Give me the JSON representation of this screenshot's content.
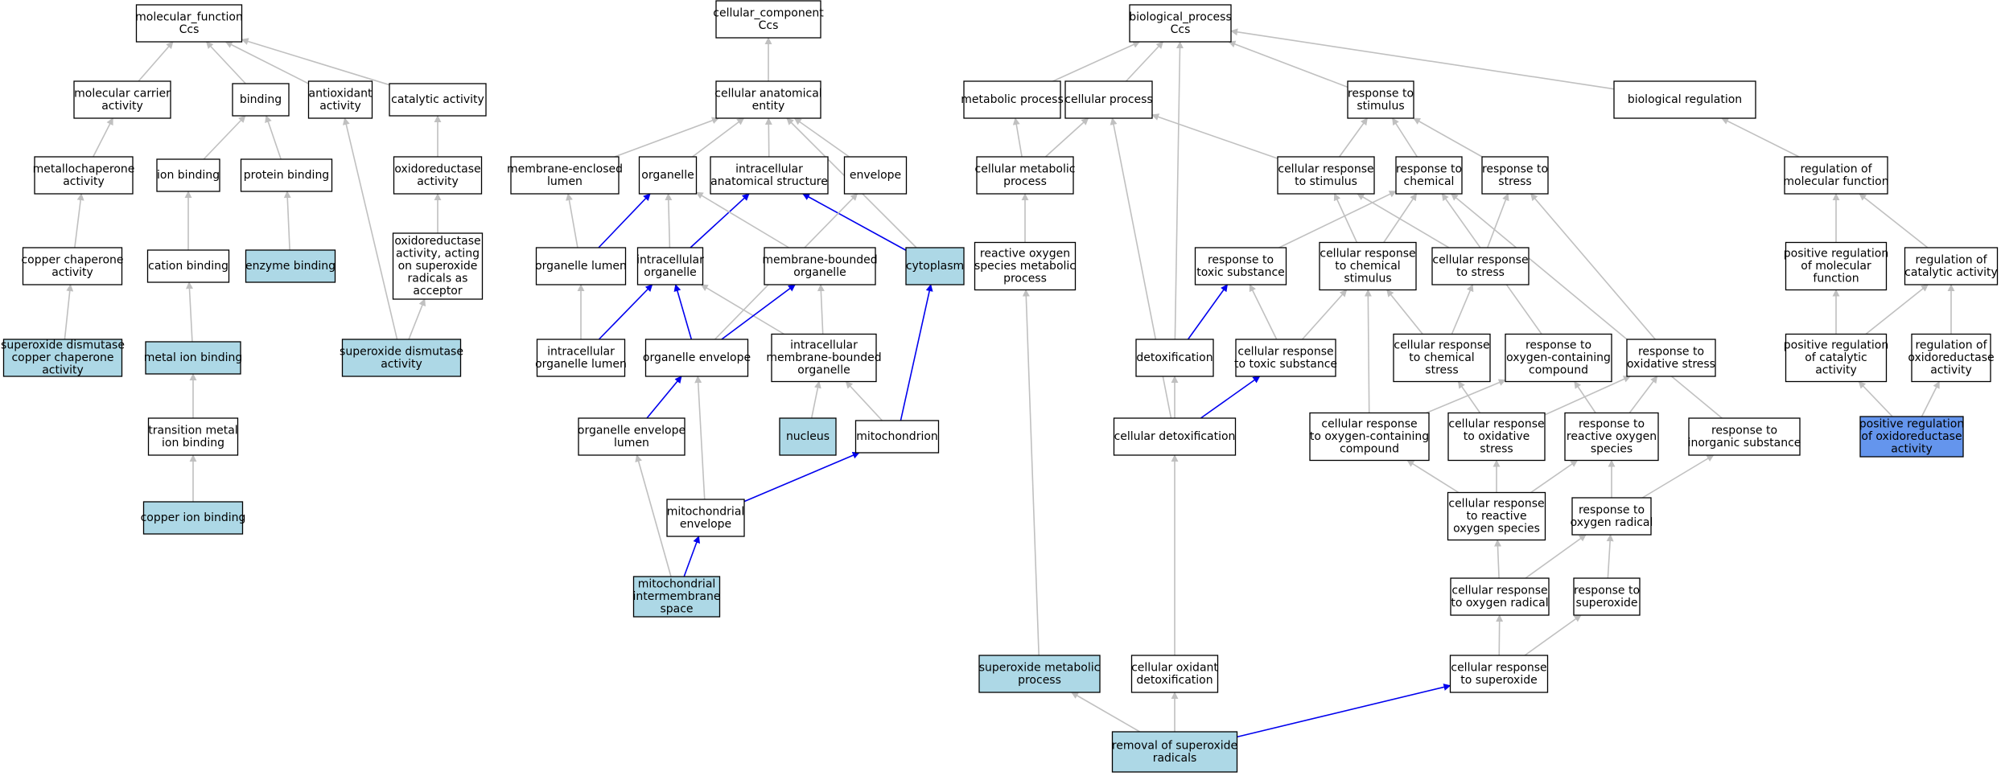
{
  "colors": {
    "gray_edge": "#c0c0c0",
    "blue_edge": "#0000ee",
    "node_fill": "#ffffff",
    "highlight_fill": "#add8e6",
    "selected_fill": "#6495ed"
  },
  "nodes": [
    {
      "id": "mf",
      "lines": [
        "molecular_function",
        "Ccs"
      ],
      "style": "plain"
    },
    {
      "id": "mol_carrier",
      "lines": [
        "molecular carrier",
        "activity"
      ],
      "style": "plain"
    },
    {
      "id": "binding",
      "lines": [
        "binding"
      ],
      "style": "plain"
    },
    {
      "id": "antioxidant",
      "lines": [
        "antioxidant",
        "activity"
      ],
      "style": "plain"
    },
    {
      "id": "catalytic",
      "lines": [
        "catalytic activity"
      ],
      "style": "plain"
    },
    {
      "id": "metallochaperone",
      "lines": [
        "metallochaperone",
        "activity"
      ],
      "style": "plain"
    },
    {
      "id": "ion_binding",
      "lines": [
        "ion binding"
      ],
      "style": "plain"
    },
    {
      "id": "protein_binding",
      "lines": [
        "protein binding"
      ],
      "style": "plain"
    },
    {
      "id": "oxidoreductase",
      "lines": [
        "oxidoreductase",
        "activity"
      ],
      "style": "plain"
    },
    {
      "id": "copper_chaperone",
      "lines": [
        "copper chaperone",
        "activity"
      ],
      "style": "plain"
    },
    {
      "id": "cation_binding",
      "lines": [
        "cation binding"
      ],
      "style": "plain"
    },
    {
      "id": "enzyme_binding",
      "lines": [
        "enzyme binding"
      ],
      "style": "highlight"
    },
    {
      "id": "oxidoreductase_sup",
      "lines": [
        "oxidoreductase",
        "activity, acting",
        "on superoxide",
        "radicals as",
        "acceptor"
      ],
      "style": "plain"
    },
    {
      "id": "sod_copper",
      "lines": [
        "superoxide dismutase",
        "copper chaperone",
        "activity"
      ],
      "style": "highlight"
    },
    {
      "id": "metal_ion",
      "lines": [
        "metal ion binding"
      ],
      "style": "highlight"
    },
    {
      "id": "sod_activity",
      "lines": [
        "superoxide dismutase",
        "activity"
      ],
      "style": "highlight"
    },
    {
      "id": "transition_metal",
      "lines": [
        "transition metal",
        "ion binding"
      ],
      "style": "plain"
    },
    {
      "id": "copper_ion",
      "lines": [
        "copper ion binding"
      ],
      "style": "highlight"
    },
    {
      "id": "cc",
      "lines": [
        "cellular_component",
        "Ccs"
      ],
      "style": "plain"
    },
    {
      "id": "cae",
      "lines": [
        "cellular anatomical",
        "entity"
      ],
      "style": "plain"
    },
    {
      "id": "membrane_lumen",
      "lines": [
        "membrane-enclosed",
        "lumen"
      ],
      "style": "plain"
    },
    {
      "id": "organelle",
      "lines": [
        "organelle"
      ],
      "style": "plain"
    },
    {
      "id": "intracellular_anat",
      "lines": [
        "intracellular",
        "anatomical structure"
      ],
      "style": "plain"
    },
    {
      "id": "envelope",
      "lines": [
        "envelope"
      ],
      "style": "plain"
    },
    {
      "id": "organelle_lumen",
      "lines": [
        "organelle lumen"
      ],
      "style": "plain"
    },
    {
      "id": "intracellular_org",
      "lines": [
        "intracellular",
        "organelle"
      ],
      "style": "plain"
    },
    {
      "id": "membrane_bounded",
      "lines": [
        "membrane-bounded",
        "organelle"
      ],
      "style": "plain"
    },
    {
      "id": "cytoplasm",
      "lines": [
        "cytoplasm"
      ],
      "style": "highlight"
    },
    {
      "id": "intracellular_org_lumen",
      "lines": [
        "intracellular",
        "organelle lumen"
      ],
      "style": "plain"
    },
    {
      "id": "organelle_envelope",
      "lines": [
        "organelle envelope"
      ],
      "style": "plain"
    },
    {
      "id": "intracellular_mb",
      "lines": [
        "intracellular",
        "membrane-bounded",
        "organelle"
      ],
      "style": "plain"
    },
    {
      "id": "org_env_lumen",
      "lines": [
        "organelle envelope",
        "lumen"
      ],
      "style": "plain"
    },
    {
      "id": "nucleus",
      "lines": [
        "nucleus"
      ],
      "style": "highlight"
    },
    {
      "id": "mitochondrion",
      "lines": [
        "mitochondrion"
      ],
      "style": "plain"
    },
    {
      "id": "mito_envelope",
      "lines": [
        "mitochondrial",
        "envelope"
      ],
      "style": "plain"
    },
    {
      "id": "mito_ims",
      "lines": [
        "mitochondrial",
        "intermembrane",
        "space"
      ],
      "style": "highlight"
    },
    {
      "id": "bp",
      "lines": [
        "biological_process",
        "Ccs"
      ],
      "style": "plain"
    },
    {
      "id": "metabolic",
      "lines": [
        "metabolic process"
      ],
      "style": "plain"
    },
    {
      "id": "cellular_process",
      "lines": [
        "cellular process"
      ],
      "style": "plain"
    },
    {
      "id": "resp_stimulus",
      "lines": [
        "response to",
        "stimulus"
      ],
      "style": "plain"
    },
    {
      "id": "bio_reg",
      "lines": [
        "biological regulation"
      ],
      "style": "plain"
    },
    {
      "id": "cell_metabolic",
      "lines": [
        "cellular metabolic",
        "process"
      ],
      "style": "plain"
    },
    {
      "id": "cell_resp_stimulus",
      "lines": [
        "cellular response",
        "to stimulus"
      ],
      "style": "plain"
    },
    {
      "id": "resp_chemical",
      "lines": [
        "response to",
        "chemical"
      ],
      "style": "plain"
    },
    {
      "id": "resp_stress",
      "lines": [
        "response to",
        "stress"
      ],
      "style": "plain"
    },
    {
      "id": "reg_mol_func",
      "lines": [
        "regulation of",
        "molecular function"
      ],
      "style": "plain"
    },
    {
      "id": "ros_metabolic",
      "lines": [
        "reactive oxygen",
        "species metabolic",
        "process"
      ],
      "style": "plain"
    },
    {
      "id": "resp_toxic",
      "lines": [
        "response to",
        "toxic substance"
      ],
      "style": "plain"
    },
    {
      "id": "cell_resp_chem",
      "lines": [
        "cellular response",
        "to chemical",
        "stimulus"
      ],
      "style": "plain"
    },
    {
      "id": "cell_resp_stress",
      "lines": [
        "cellular response",
        "to stress"
      ],
      "style": "plain"
    },
    {
      "id": "pos_reg_mol",
      "lines": [
        "positive regulation",
        "of molecular",
        "function"
      ],
      "style": "plain"
    },
    {
      "id": "reg_catalytic",
      "lines": [
        "regulation of",
        "catalytic activity"
      ],
      "style": "plain"
    },
    {
      "id": "detox",
      "lines": [
        "detoxification"
      ],
      "style": "plain"
    },
    {
      "id": "cell_resp_toxic",
      "lines": [
        "cellular response",
        "to toxic substance"
      ],
      "style": "plain"
    },
    {
      "id": "cell_resp_chem_stress",
      "lines": [
        "cellular response",
        "to chemical",
        "stress"
      ],
      "style": "plain"
    },
    {
      "id": "resp_oxygen_cmpd",
      "lines": [
        "response to",
        "oxygen-containing",
        "compound"
      ],
      "style": "plain"
    },
    {
      "id": "resp_ox_stress",
      "lines": [
        "response to",
        "oxidative stress"
      ],
      "style": "plain"
    },
    {
      "id": "pos_reg_cat",
      "lines": [
        "positive regulation",
        "of catalytic",
        "activity"
      ],
      "style": "plain"
    },
    {
      "id": "reg_oxidored",
      "lines": [
        "regulation of",
        "oxidoreductase",
        "activity"
      ],
      "style": "plain"
    },
    {
      "id": "cell_detox",
      "lines": [
        "cellular detoxification"
      ],
      "style": "plain"
    },
    {
      "id": "cell_resp_oxy_cmpd",
      "lines": [
        "cellular response",
        "to oxygen-containing",
        "compound"
      ],
      "style": "plain"
    },
    {
      "id": "cell_resp_ox_stress",
      "lines": [
        "cellular response",
        "to oxidative",
        "stress"
      ],
      "style": "plain"
    },
    {
      "id": "resp_ros",
      "lines": [
        "response to",
        "reactive oxygen",
        "species"
      ],
      "style": "plain"
    },
    {
      "id": "resp_inorganic",
      "lines": [
        "response to",
        "inorganic substance"
      ],
      "style": "plain"
    },
    {
      "id": "pos_reg_oxidored",
      "lines": [
        "positive regulation",
        "of oxidoreductase",
        "activity"
      ],
      "style": "selected"
    },
    {
      "id": "cell_resp_ros",
      "lines": [
        "cellular response",
        "to reactive",
        "oxygen species"
      ],
      "style": "plain"
    },
    {
      "id": "resp_oxy_radical",
      "lines": [
        "response to",
        "oxygen radical"
      ],
      "style": "plain"
    },
    {
      "id": "cell_resp_oxy_radical",
      "lines": [
        "cellular response",
        "to oxygen radical"
      ],
      "style": "plain"
    },
    {
      "id": "resp_superoxide",
      "lines": [
        "response to",
        "superoxide"
      ],
      "style": "plain"
    },
    {
      "id": "sup_metabolic",
      "lines": [
        "superoxide metabolic",
        "process"
      ],
      "style": "highlight"
    },
    {
      "id": "cell_oxidant_detox",
      "lines": [
        "cellular oxidant",
        "detoxification"
      ],
      "style": "plain"
    },
    {
      "id": "cell_resp_superoxide",
      "lines": [
        "cellular response",
        "to superoxide"
      ],
      "style": "plain"
    },
    {
      "id": "removal_superoxide",
      "lines": [
        "removal of superoxide",
        "radicals"
      ],
      "style": "highlight"
    }
  ],
  "edges": [
    {
      "from": "mol_carrier",
      "to": "mf",
      "kind": "gray"
    },
    {
      "from": "binding",
      "to": "mf",
      "kind": "gray"
    },
    {
      "from": "antioxidant",
      "to": "mf",
      "kind": "gray"
    },
    {
      "from": "catalytic",
      "to": "mf",
      "kind": "gray"
    },
    {
      "from": "metallochaperone",
      "to": "mol_carrier",
      "kind": "gray"
    },
    {
      "from": "ion_binding",
      "to": "binding",
      "kind": "gray"
    },
    {
      "from": "protein_binding",
      "to": "binding",
      "kind": "gray"
    },
    {
      "from": "oxidoreductase",
      "to": "catalytic",
      "kind": "gray"
    },
    {
      "from": "copper_chaperone",
      "to": "metallochaperone",
      "kind": "gray"
    },
    {
      "from": "cation_binding",
      "to": "ion_binding",
      "kind": "gray"
    },
    {
      "from": "enzyme_binding",
      "to": "protein_binding",
      "kind": "gray"
    },
    {
      "from": "oxidoreductase_sup",
      "to": "oxidoreductase",
      "kind": "gray"
    },
    {
      "from": "sod_copper",
      "to": "copper_chaperone",
      "kind": "gray"
    },
    {
      "from": "metal_ion",
      "to": "cation_binding",
      "kind": "gray"
    },
    {
      "from": "sod_activity",
      "to": "antioxidant",
      "kind": "gray"
    },
    {
      "from": "sod_activity",
      "to": "oxidoreductase_sup",
      "kind": "gray"
    },
    {
      "from": "transition_metal",
      "to": "metal_ion",
      "kind": "gray"
    },
    {
      "from": "copper_ion",
      "to": "transition_metal",
      "kind": "gray"
    },
    {
      "from": "cae",
      "to": "cc",
      "kind": "gray"
    },
    {
      "from": "membrane_lumen",
      "to": "cae",
      "kind": "gray"
    },
    {
      "from": "organelle",
      "to": "cae",
      "kind": "gray"
    },
    {
      "from": "intracellular_anat",
      "to": "cae",
      "kind": "gray"
    },
    {
      "from": "envelope",
      "to": "cae",
      "kind": "gray"
    },
    {
      "from": "cytoplasm",
      "to": "cae",
      "kind": "gray"
    },
    {
      "from": "organelle_lumen",
      "to": "membrane_lumen",
      "kind": "gray"
    },
    {
      "from": "organelle_lumen",
      "to": "organelle",
      "kind": "blue"
    },
    {
      "from": "intracellular_org",
      "to": "organelle",
      "kind": "gray"
    },
    {
      "from": "intracellular_org",
      "to": "intracellular_anat",
      "kind": "blue"
    },
    {
      "from": "membrane_bounded",
      "to": "organelle",
      "kind": "gray"
    },
    {
      "from": "cytoplasm",
      "to": "intracellular_anat",
      "kind": "blue"
    },
    {
      "from": "intracellular_org_lumen",
      "to": "organelle_lumen",
      "kind": "gray"
    },
    {
      "from": "intracellular_org_lumen",
      "to": "intracellular_org",
      "kind": "blue"
    },
    {
      "from": "organelle_envelope",
      "to": "intracellular_org",
      "kind": "blue"
    },
    {
      "from": "organelle_envelope",
      "to": "envelope",
      "kind": "gray"
    },
    {
      "from": "intracellular_mb",
      "to": "intracellular_org",
      "kind": "gray"
    },
    {
      "from": "intracellular_mb",
      "to": "membrane_bounded",
      "kind": "gray"
    },
    {
      "from": "organelle_envelope",
      "to": "membrane_bounded",
      "kind": "blue"
    },
    {
      "from": "org_env_lumen",
      "to": "organelle_envelope",
      "kind": "blue"
    },
    {
      "from": "nucleus",
      "to": "intracellular_mb",
      "kind": "gray"
    },
    {
      "from": "mitochondrion",
      "to": "intracellular_mb",
      "kind": "gray"
    },
    {
      "from": "mitochondrion",
      "to": "cytoplasm",
      "kind": "blue"
    },
    {
      "from": "mito_envelope",
      "to": "organelle_envelope",
      "kind": "gray"
    },
    {
      "from": "mito_envelope",
      "to": "mitochondrion",
      "kind": "blue"
    },
    {
      "from": "mito_ims",
      "to": "org_env_lumen",
      "kind": "gray"
    },
    {
      "from": "mito_ims",
      "to": "mito_envelope",
      "kind": "blue"
    },
    {
      "from": "metabolic",
      "to": "bp",
      "kind": "gray"
    },
    {
      "from": "cellular_process",
      "to": "bp",
      "kind": "gray"
    },
    {
      "from": "resp_stimulus",
      "to": "bp",
      "kind": "gray"
    },
    {
      "from": "bio_reg",
      "to": "bp",
      "kind": "gray"
    },
    {
      "from": "detox",
      "to": "bp",
      "kind": "gray"
    },
    {
      "from": "cell_metabolic",
      "to": "metabolic",
      "kind": "gray"
    },
    {
      "from": "cell_metabolic",
      "to": "cellular_process",
      "kind": "gray"
    },
    {
      "from": "cell_resp_stimulus",
      "to": "cellular_process",
      "kind": "gray"
    },
    {
      "from": "cell_resp_stimulus",
      "to": "resp_stimulus",
      "kind": "gray"
    },
    {
      "from": "resp_chemical",
      "to": "resp_stimulus",
      "kind": "gray"
    },
    {
      "from": "resp_stress",
      "to": "resp_stimulus",
      "kind": "gray"
    },
    {
      "from": "reg_mol_func",
      "to": "bio_reg",
      "kind": "gray"
    },
    {
      "from": "ros_metabolic",
      "to": "cell_metabolic",
      "kind": "gray"
    },
    {
      "from": "resp_toxic",
      "to": "resp_chemical",
      "kind": "gray"
    },
    {
      "from": "cell_resp_chem",
      "to": "cell_resp_stimulus",
      "kind": "gray"
    },
    {
      "from": "cell_resp_chem",
      "to": "resp_chemical",
      "kind": "gray"
    },
    {
      "from": "cell_resp_stress",
      "to": "cell_resp_stimulus",
      "kind": "gray"
    },
    {
      "from": "cell_resp_stress",
      "to": "resp_stress",
      "kind": "gray"
    },
    {
      "from": "pos_reg_mol",
      "to": "reg_mol_func",
      "kind": "gray"
    },
    {
      "from": "reg_catalytic",
      "to": "reg_mol_func",
      "kind": "gray"
    },
    {
      "from": "detox",
      "to": "resp_toxic",
      "kind": "blue"
    },
    {
      "from": "cell_resp_toxic",
      "to": "resp_toxic",
      "kind": "gray"
    },
    {
      "from": "cell_resp_toxic",
      "to": "cell_resp_chem",
      "kind": "gray"
    },
    {
      "from": "cell_resp_chem_stress",
      "to": "cell_resp_chem",
      "kind": "gray"
    },
    {
      "from": "cell_resp_chem_stress",
      "to": "cell_resp_stress",
      "kind": "gray"
    },
    {
      "from": "resp_oxygen_cmpd",
      "to": "resp_chemical",
      "kind": "gray"
    },
    {
      "from": "resp_ox_stress",
      "to": "resp_stress",
      "kind": "gray"
    },
    {
      "from": "pos_reg_cat",
      "to": "pos_reg_mol",
      "kind": "gray"
    },
    {
      "from": "pos_reg_cat",
      "to": "reg_catalytic",
      "kind": "gray"
    },
    {
      "from": "reg_oxidored",
      "to": "reg_catalytic",
      "kind": "gray"
    },
    {
      "from": "cell_detox",
      "to": "detox",
      "kind": "gray"
    },
    {
      "from": "cell_detox",
      "to": "cell_resp_toxic",
      "kind": "blue"
    },
    {
      "from": "cell_detox",
      "to": "cellular_process",
      "kind": "gray"
    },
    {
      "from": "cell_resp_oxy_cmpd",
      "to": "cell_resp_chem",
      "kind": "gray"
    },
    {
      "from": "cell_resp_oxy_cmpd",
      "to": "resp_oxygen_cmpd",
      "kind": "gray"
    },
    {
      "from": "cell_resp_ox_stress",
      "to": "cell_resp_chem_stress",
      "kind": "gray"
    },
    {
      "from": "cell_resp_ox_stress",
      "to": "resp_ox_stress",
      "kind": "gray"
    },
    {
      "from": "resp_ros",
      "to": "resp_oxygen_cmpd",
      "kind": "gray"
    },
    {
      "from": "resp_ros",
      "to": "resp_ox_stress",
      "kind": "gray"
    },
    {
      "from": "resp_inorganic",
      "to": "resp_chemical",
      "kind": "gray"
    },
    {
      "from": "pos_reg_oxidored",
      "to": "pos_reg_cat",
      "kind": "gray"
    },
    {
      "from": "pos_reg_oxidored",
      "to": "reg_oxidored",
      "kind": "gray"
    },
    {
      "from": "cell_resp_ros",
      "to": "cell_resp_oxy_cmpd",
      "kind": "gray"
    },
    {
      "from": "cell_resp_ros",
      "to": "cell_resp_ox_stress",
      "kind": "gray"
    },
    {
      "from": "cell_resp_ros",
      "to": "resp_ros",
      "kind": "gray"
    },
    {
      "from": "resp_oxy_radical",
      "to": "resp_ros",
      "kind": "gray"
    },
    {
      "from": "resp_oxy_radical",
      "to": "resp_inorganic",
      "kind": "gray"
    },
    {
      "from": "cell_resp_oxy_radical",
      "to": "cell_resp_ros",
      "kind": "gray"
    },
    {
      "from": "cell_resp_oxy_radical",
      "to": "resp_oxy_radical",
      "kind": "gray"
    },
    {
      "from": "resp_superoxide",
      "to": "resp_oxy_radical",
      "kind": "gray"
    },
    {
      "from": "sup_metabolic",
      "to": "ros_metabolic",
      "kind": "gray"
    },
    {
      "from": "cell_oxidant_detox",
      "to": "cell_detox",
      "kind": "gray"
    },
    {
      "from": "cell_resp_superoxide",
      "to": "cell_resp_oxy_radical",
      "kind": "gray"
    },
    {
      "from": "cell_resp_superoxide",
      "to": "resp_superoxide",
      "kind": "gray"
    },
    {
      "from": "removal_superoxide",
      "to": "sup_metabolic",
      "kind": "gray"
    },
    {
      "from": "removal_superoxide",
      "to": "cell_oxidant_detox",
      "kind": "gray"
    },
    {
      "from": "removal_superoxide",
      "to": "cell_resp_superoxide",
      "kind": "blue"
    }
  ]
}
